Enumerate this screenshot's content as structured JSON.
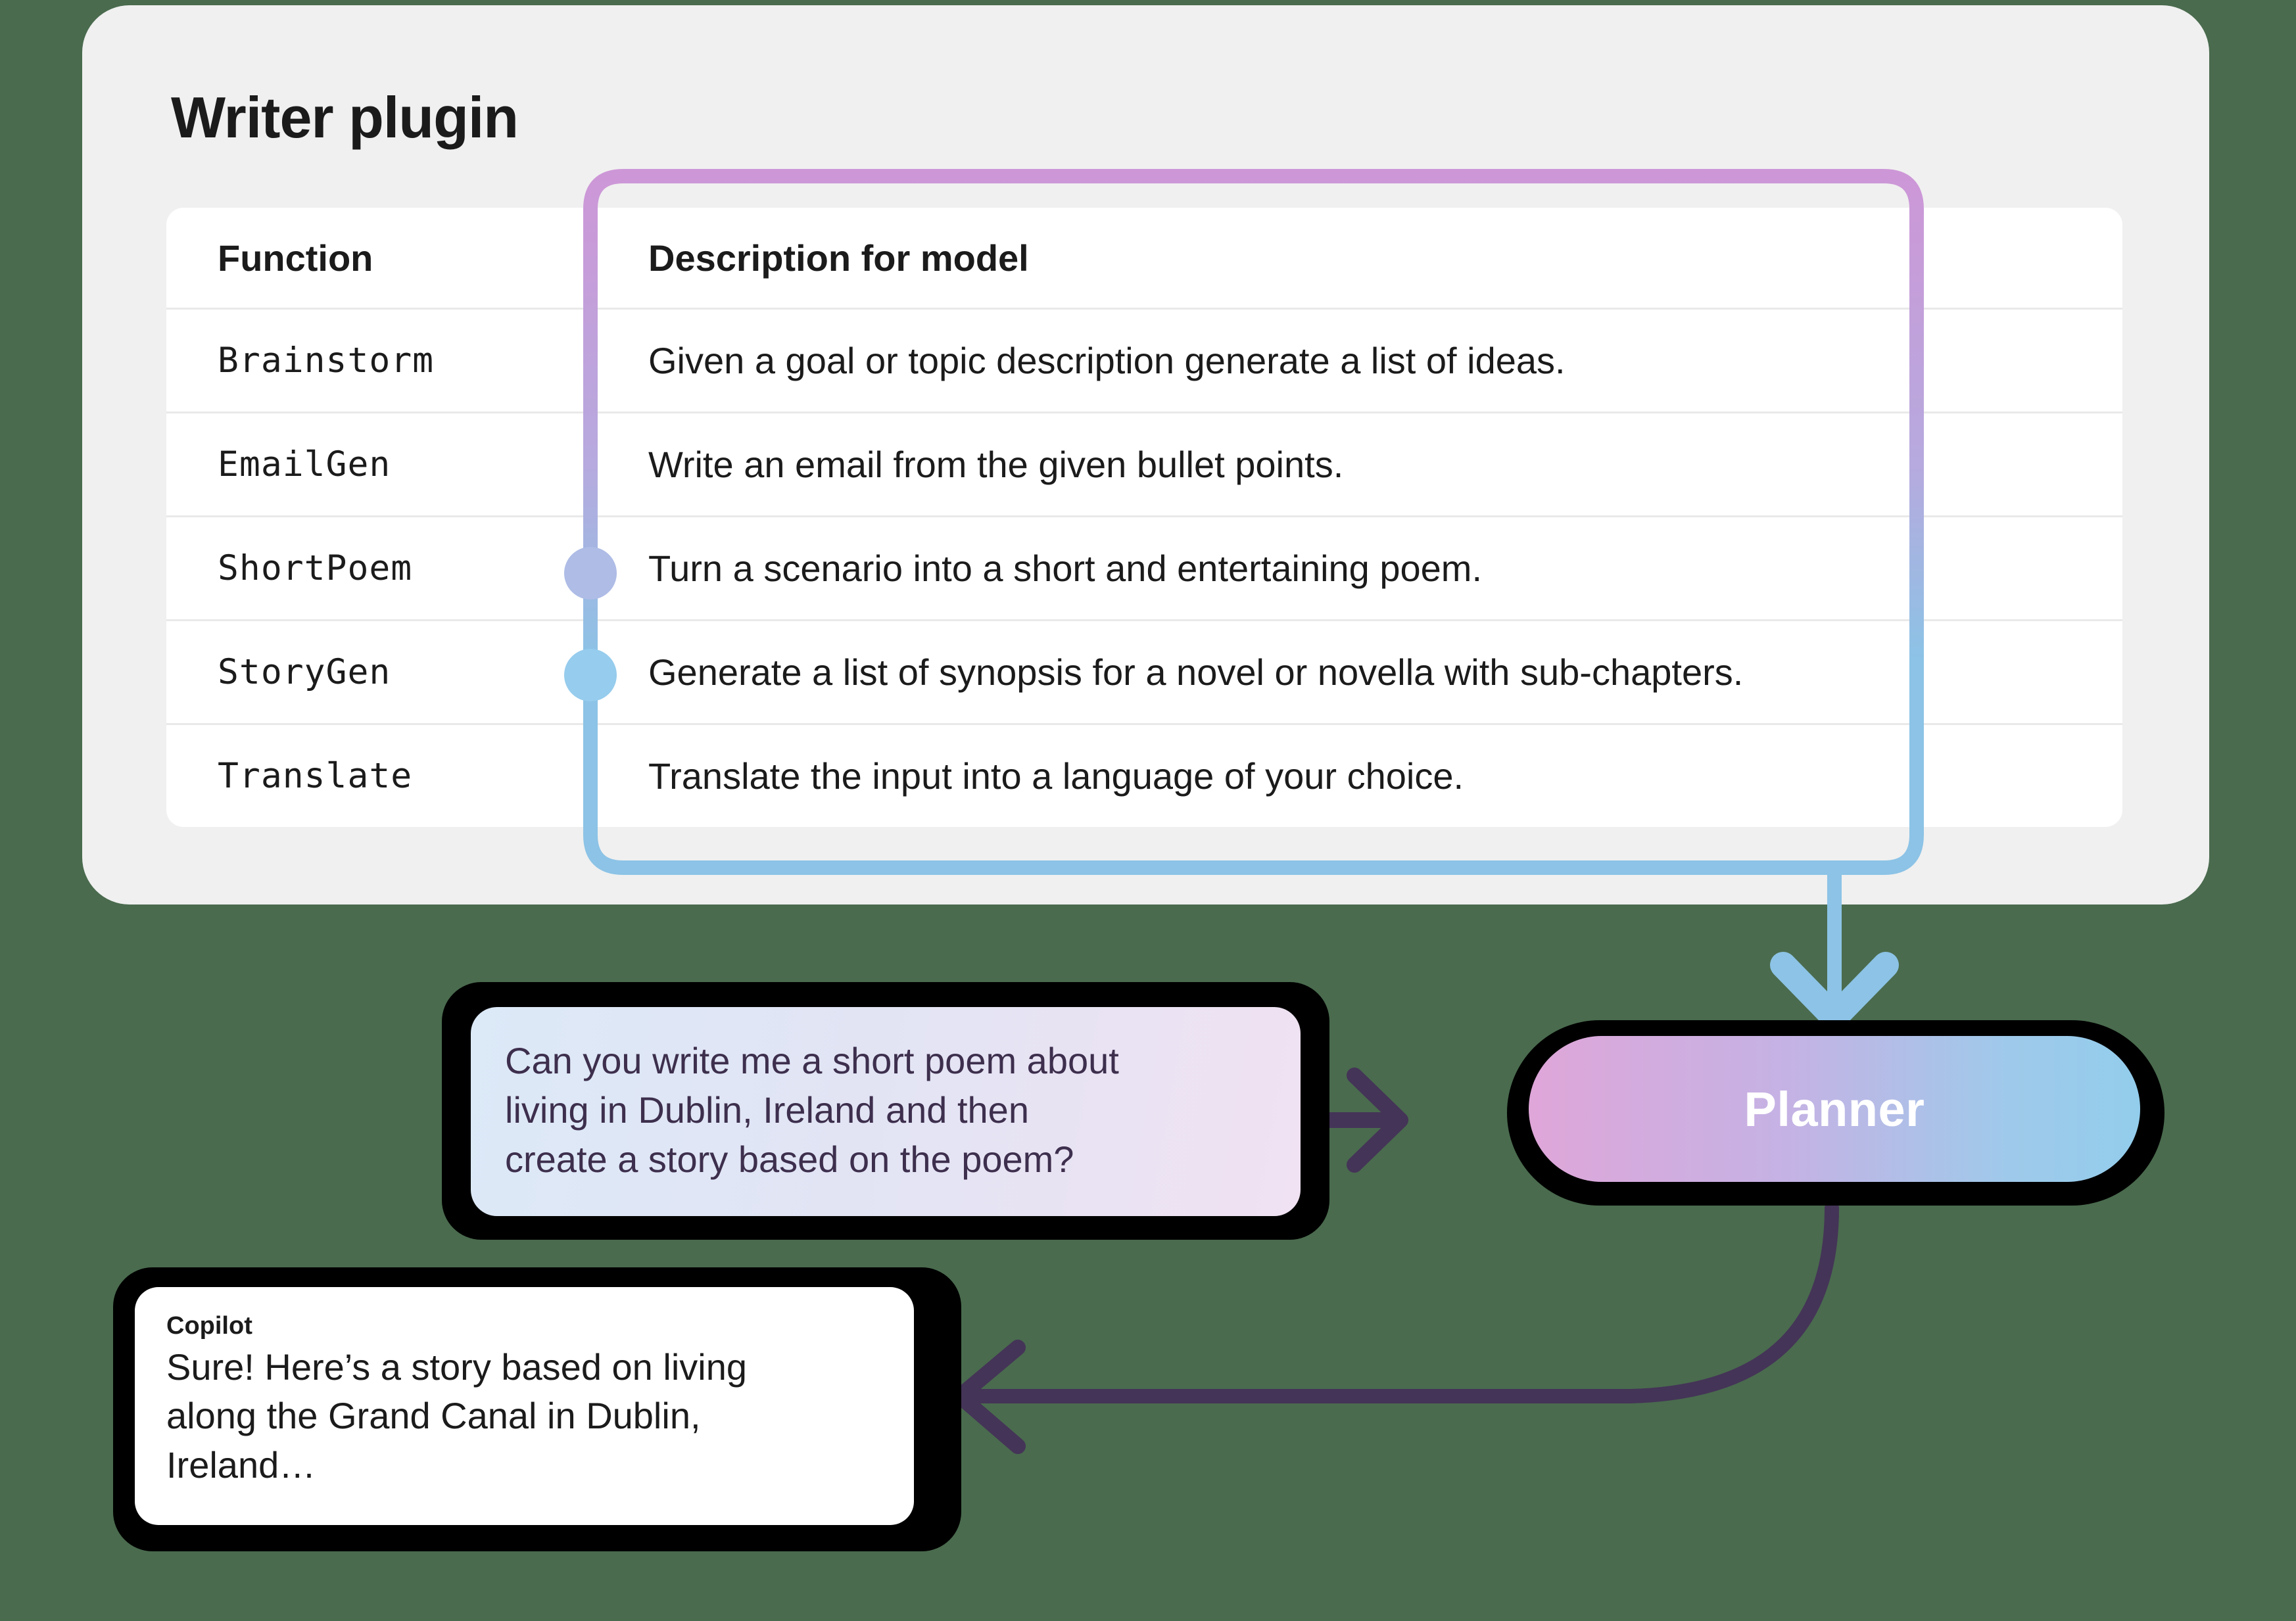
{
  "card": {
    "title": "Writer plugin"
  },
  "table": {
    "headers": {
      "function": "Function",
      "description": "Description for model"
    },
    "rows": [
      {
        "function": "Brainstorm",
        "description": "Given a goal or topic description generate a list of ideas."
      },
      {
        "function": "EmailGen",
        "description": "Write an email from the given bullet points."
      },
      {
        "function": "ShortPoem",
        "description": "Turn a scenario into a short and entertaining poem."
      },
      {
        "function": "StoryGen",
        "description": "Generate a list of synopsis for a novel or novella with sub-chapters."
      },
      {
        "function": "Translate",
        "description": "Translate the input into a language of your choice."
      }
    ]
  },
  "prompt": {
    "line1": "Can you write me a short poem about",
    "line2": "living in Dublin, Ireland and then",
    "line3": "create a story based on the poem?"
  },
  "copilot": {
    "name": "Copilot",
    "line1": "Sure! Here’s a story based on living",
    "line2": "along the Grand Canal in Dublin,",
    "line3": "Ireland…"
  },
  "planner": {
    "label": "Planner"
  },
  "colors": {
    "background": "#4a6b4e",
    "card": "#f0f0f0",
    "route_pink": "#cd97d7",
    "route_blue": "#8cc3e6",
    "dot_shortpoem": "#aebce6",
    "dot_storygen": "#96cced",
    "arrow_purple": "#443457",
    "planner_gradient_start": "#dfa6d9",
    "planner_gradient_end": "#93cdec"
  },
  "connectors": {
    "plugin_to_planner": "ShortPoem and StoryGen functions route to Planner",
    "prompt_to_planner": "user prompt feeds the Planner",
    "planner_to_copilot": "Planner returns the answer to Copilot"
  }
}
